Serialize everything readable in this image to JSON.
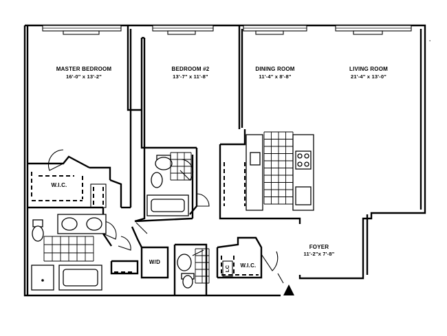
{
  "rooms": {
    "master_bedroom": {
      "name": "MASTER BEDROOM",
      "size": "16'-0\" x 13'-2\""
    },
    "bedroom_2": {
      "name": "BEDROOM #2",
      "size": "13'-7\" x 11'-8\""
    },
    "dining_room": {
      "name": "DINING ROOM",
      "size": "11'-4\" x 8'-8\""
    },
    "living_room": {
      "name": "LIVING ROOM",
      "size": "21'-4\" x 13'-0\""
    },
    "foyer": {
      "name": "FOYER",
      "size": "11'-2\"x 7'-8\""
    }
  },
  "closets": {
    "wic_master": "W.I.C.",
    "wic_foyer": "W.I.C.",
    "washer_dryer": "W/D",
    "linen_closet": "LC"
  },
  "icons": {
    "entry_marker": "filled-triangle-icon"
  }
}
